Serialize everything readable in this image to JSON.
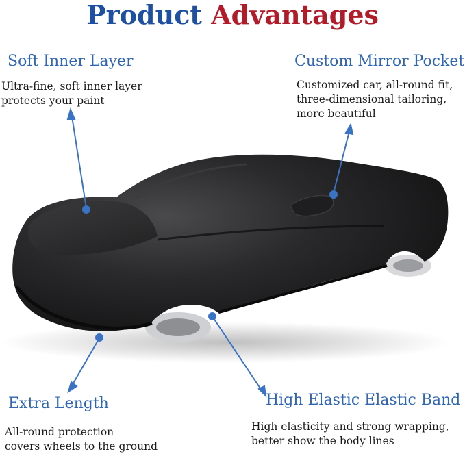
{
  "title": {
    "word1": "Product",
    "word2": "Advantages"
  },
  "colors": {
    "title_blue": "#1f4fa0",
    "title_red": "#b01c2a",
    "heading_blue": "#2f66b4",
    "pointer": "#3a72c4"
  },
  "features": {
    "soft_inner_layer": {
      "heading": "Soft Inner Layer",
      "lines": [
        "Ultra-fine, soft inner layer",
        "protects your paint"
      ]
    },
    "custom_mirror_pocket": {
      "heading": "Custom Mirror Pocket",
      "lines": [
        "Customized car, all-round fit,",
        "three-dimensional tailoring,",
        "more beautiful"
      ]
    },
    "extra_length": {
      "heading": "Extra Length",
      "lines": [
        "All-round protection",
        "covers wheels to the ground"
      ]
    },
    "high_elastic_band": {
      "heading": "High Elastic Elastic Band",
      "lines": [
        "High elasticity and strong wrapping,",
        "better show the body lines"
      ]
    }
  }
}
